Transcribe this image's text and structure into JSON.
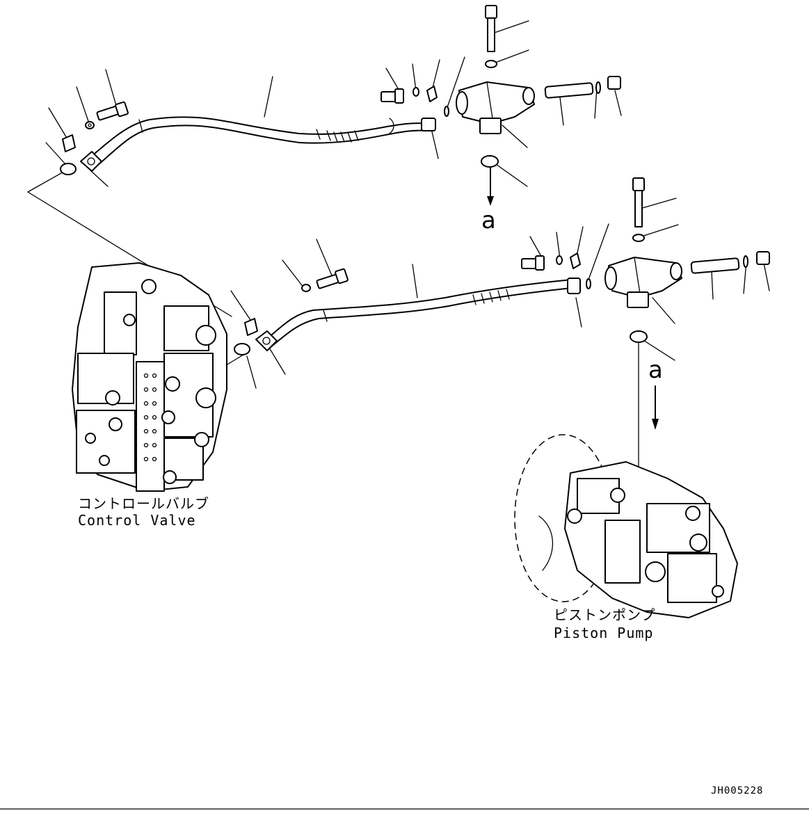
{
  "labels": {
    "control_valve_jp": "コントロールバルブ",
    "control_valve_en": "Control Valve",
    "piston_pump_jp": "ピストンポンプ",
    "piston_pump_en": "Piston Pump",
    "ref_a_upper": "a",
    "ref_a_lower": "a",
    "drawing_number": "JH005228"
  }
}
